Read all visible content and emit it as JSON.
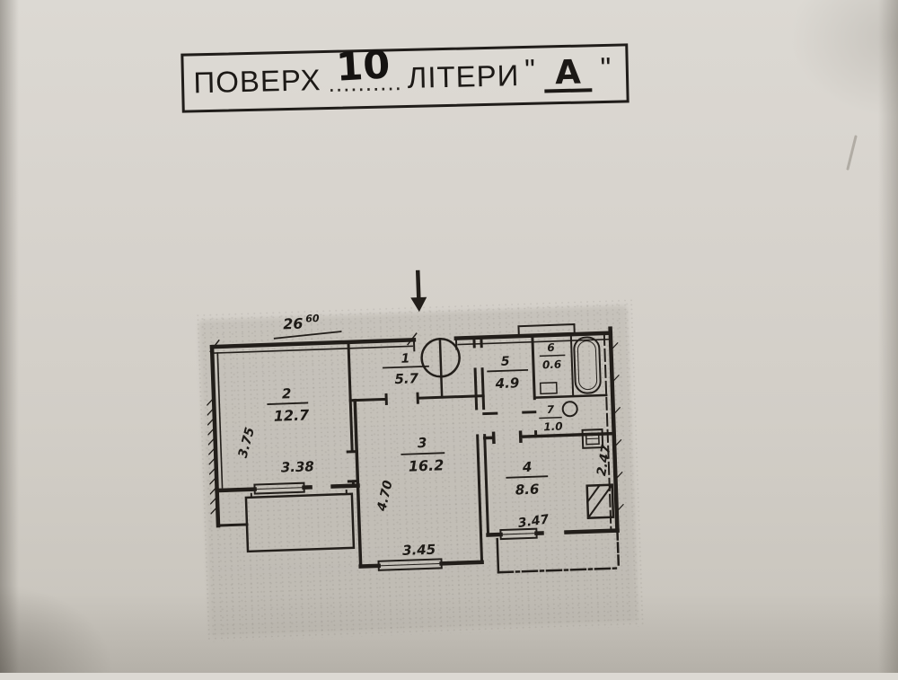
{
  "title": {
    "floor_label": "ПОВЕРХ",
    "floor_dots": "..........",
    "floor_value": "10",
    "letter_label": "ЛІТЕРИ",
    "quote_open": "\"",
    "letter_value": "А",
    "quote_close": "\""
  },
  "plan": {
    "overall_dim": {
      "main": "26",
      "sup": "60"
    },
    "rooms": [
      {
        "number": "1",
        "area": "5.7"
      },
      {
        "number": "2",
        "area": "12.7"
      },
      {
        "number": "3",
        "area": "16.2"
      },
      {
        "number": "4",
        "area": "8.6"
      },
      {
        "number": "5",
        "area": "4.9"
      },
      {
        "number": "6",
        "area": "0.6"
      },
      {
        "number": "7",
        "area": "1.0"
      }
    ],
    "dims": {
      "room2_w": "3.38",
      "room2_h": "3.75",
      "room3_w": "3.45",
      "room3_h": "4.70",
      "room4_w": "3.47",
      "room4_h": "2.47"
    }
  },
  "colors": {
    "paper": "#d5d1ca",
    "plan_tint": "#b2aea6",
    "ink": "#221e1a"
  }
}
